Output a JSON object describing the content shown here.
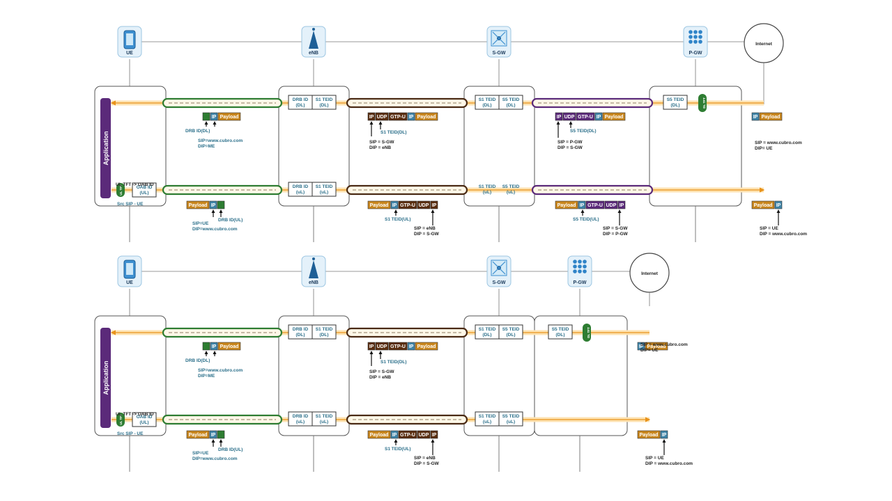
{
  "nodes": {
    "ue": "UE",
    "enb": "eNB",
    "sgw": "S-GW",
    "pgw": "P-GW",
    "internet": "Internet"
  },
  "application": "Application",
  "ul_tft_oab": "UL TFT -> OAB ID",
  "ul_tft": "UL TFT",
  "dl_tft": "DL TFT",
  "src_sip_ue": "Src SIP - UE",
  "boxes": {
    "oab_ul": [
      "OAB ID",
      "(UL)"
    ],
    "drb_dl": [
      "DRB ID",
      "(DL)"
    ],
    "s1_dl": [
      "S1 TEID",
      "(DL)"
    ],
    "drb_ul": [
      "DRB ID",
      "(uL)"
    ],
    "s1_ul": [
      "S1 TEID",
      "(uL)"
    ],
    "s5_dl": [
      "S5 TEID",
      "(DL)"
    ],
    "s5_ul": [
      "S5 TEID",
      "(uL)"
    ]
  },
  "pkt": {
    "ip": "IP",
    "udp": "UDP",
    "gtpu": "GTP-U",
    "payload": "Payload"
  },
  "labels": {
    "drb_dl": "DRB ID(DL)",
    "drb_ul": "DRB ID(UL)",
    "s1_teid_dl": "S1 TEID(DL)",
    "s1_teid_ul": "S1 TEID(UL)",
    "s5_teid_dl": "S5 TEID(DL)",
    "s5_teid_ul": "S5 TEID(UL)",
    "sip_cubro_dip_me": [
      "SIP=www.cubro.com",
      "DIP=ME"
    ],
    "sip_ue_dip_cubro": [
      "SIP=UE",
      "DIP=www.cubro.com"
    ],
    "sip_sgw_dip_enb": [
      "SIP = S-GW",
      "DIP = eNB"
    ],
    "sip_enb_dip_sgw": [
      "SIP = eNB",
      "DIP = S-GW"
    ],
    "sip_pgw_dip_sgw": [
      "SIP = P-GW",
      "DIP = S-GW"
    ],
    "sip_sgw_dip_pgw": [
      "SIP = S-GW",
      "DIP = P-GW"
    ],
    "sip_cubro_dip_ue": [
      "SIP = www.cubro.com",
      "DIP= UE"
    ],
    "sip_ue_dip_cubro2": [
      "SIP = UE",
      "DIP = www.cubro.com"
    ]
  },
  "colors": {
    "green": "#2e7d32",
    "brown": "#4a2a14",
    "purple": "#5b2a7a",
    "orange": "#f0a030",
    "payload": "#c8861e",
    "ipblue": "#3f84a8",
    "app": "#5b2a7a",
    "icon": "#4aa3d8"
  }
}
